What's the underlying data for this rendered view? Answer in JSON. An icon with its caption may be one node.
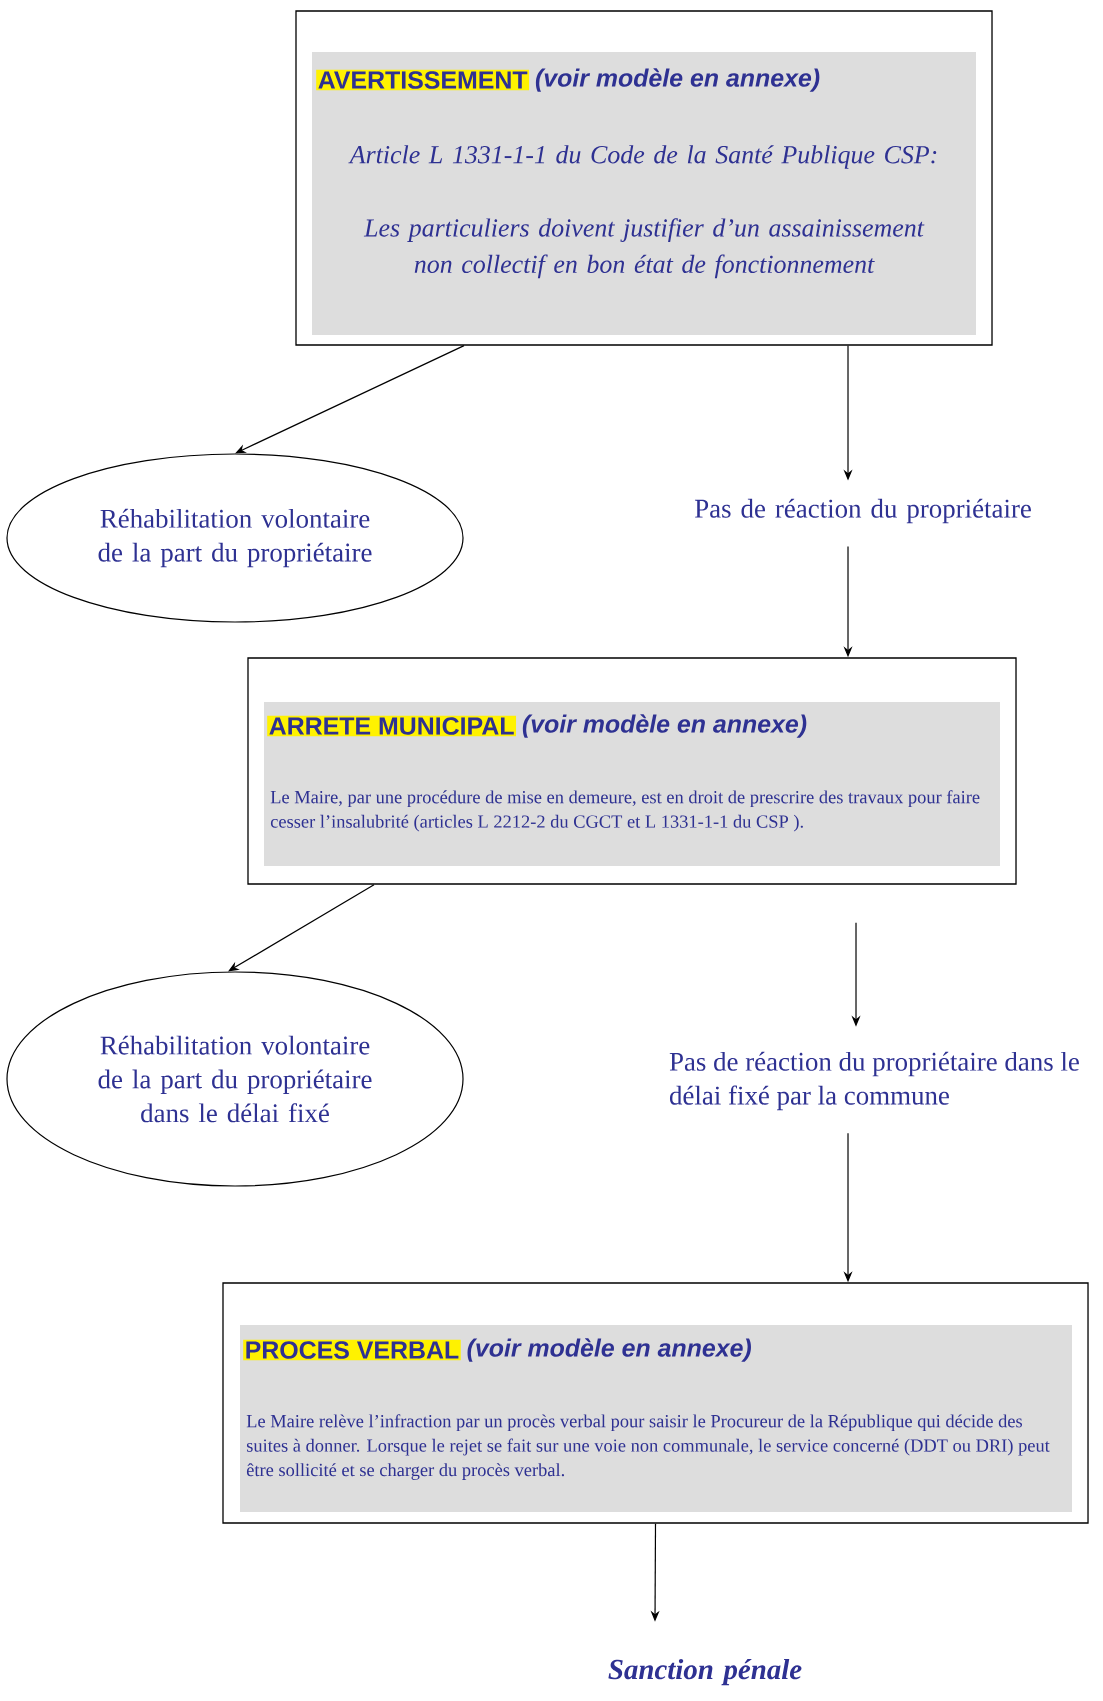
{
  "diagram": {
    "nodes": [
      {
        "text": [
          "AVERTISSEMENT",
          "(voir modèle en annexe)",
          "Article L 1331-1-1 du Code de la Santé Publique CSP:",
          "Les particuliers doivent justifier d’un assainissement non collectif en bon état de fonctionnement"
        ]
      },
      {
        "text": [
          "Réhabilitation volontaire de la part du propriétaire"
        ]
      },
      {
        "text": [
          "Pas de réaction du propriétaire"
        ]
      },
      {
        "text": [
          "ARRETE MUNICIPAL",
          "(voir modèle en annexe)",
          "Le Maire, par une procédure de mise en demeure, est en droit de prescrire des travaux pour faire cesser l’insalubrité (articles L 2212-2 du CGCT et L 1331-1-1 du CSP )."
        ]
      },
      {
        "text": [
          "Réhabilitation volontaire de la part du propriétaire dans le délai fixé"
        ]
      },
      {
        "text": [
          "Pas de réaction du propriétaire dans le délai fixé par la commune"
        ]
      },
      {
        "text": [
          "PROCES VERBAL",
          "(voir modèle en annexe)",
          "Le Maire relève l’infraction par un procès verbal pour saisir le Procureur de la République qui décide des suites à donner. Lorsque le rejet se fait sur une voie non communale, le service concerné (DDT ou DRI) peut être sollicité et se charger du procès verbal."
        ]
      },
      {
        "text": [
          "Sanction pénale"
        ]
      }
    ],
    "edges": [
      {
        "from": 0,
        "to": 1,
        "arrow": "to"
      },
      {
        "from": 0,
        "to": 2,
        "arrow": "to"
      },
      {
        "from": 2,
        "to": 3,
        "arrow": "to"
      },
      {
        "from": 3,
        "to": 4,
        "arrow": "to"
      },
      {
        "from": 3,
        "to": 5,
        "arrow": "to"
      },
      {
        "from": 5,
        "to": 6,
        "arrow": "to"
      },
      {
        "from": 6,
        "to": 7,
        "arrow": "to"
      }
    ]
  }
}
